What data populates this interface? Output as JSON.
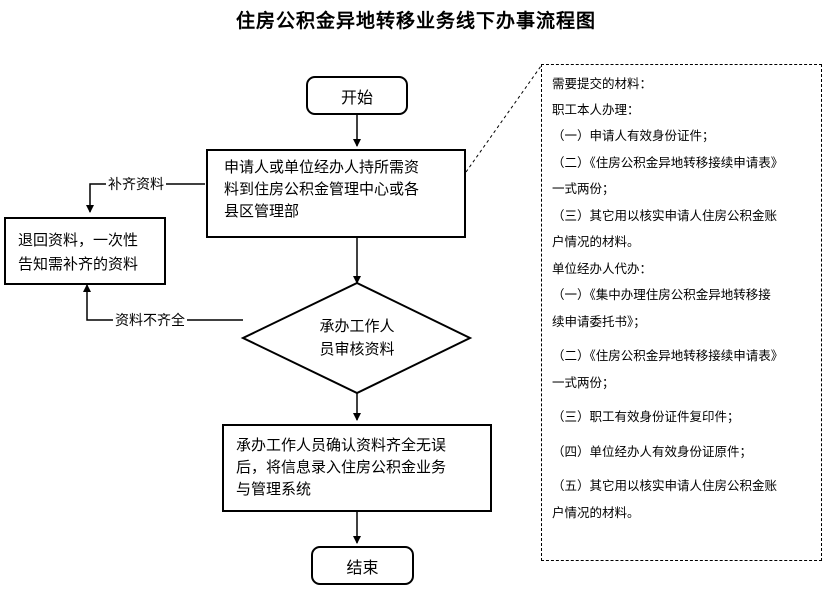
{
  "title": "住房公积金异地转移业务线下办事流程图",
  "nodes": {
    "start": "开始",
    "apply_line1": "申请人或单位经办人持所需资",
    "apply_line2": "料到住房公积金管理中心或各",
    "apply_line3": "县区管理部",
    "review_line1": "承办工作人",
    "review_line2": "员审核资料",
    "return_line1": "退回资料，一次性",
    "return_line2": "告知需补齐的资料",
    "confirm_line1": "承办工作人员确认资料齐全无误",
    "confirm_line2": "后，将信息录入住房公积金业务",
    "confirm_line3": "与管理系统",
    "end": "结束"
  },
  "edge_labels": {
    "supplement": "补齐资料",
    "incomplete": "资料不齐全"
  },
  "materials": {
    "heading": "需要提交的材料：",
    "employee_heading": "职工本人办理：",
    "employee_items": [
      "（一）申请人有效身份证件；",
      "（二）《住房公积金异地转移接续申请表》",
      "一式两份；",
      "（三）其它用以核实申请人住房公积金账",
      "户情况的材料。"
    ],
    "unit_heading": "单位经办人代办：",
    "unit_items": [
      "（一）《集中办理住房公积金异地转移接",
      "续申请委托书》；",
      "（二）《住房公积金异地转移接续申请表》",
      "一式两份；",
      "（三）职工有效身份证件复印件；",
      "（四）单位经办人有效身份证原件；",
      "（五）其它用以核实申请人住房公积金账",
      "户情况的材料。"
    ]
  }
}
